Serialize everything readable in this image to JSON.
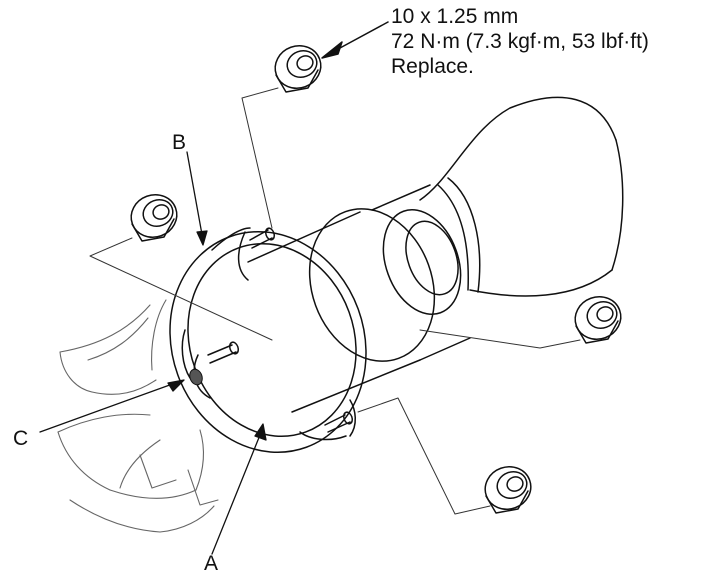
{
  "spec": {
    "line1": "10 x 1.25 mm",
    "line2": "72 N·m (7.3 kgf·m, 53 lbf·ft)",
    "line3": "Replace."
  },
  "callouts": {
    "a": "A",
    "b": "B",
    "c": "C"
  },
  "colors": {
    "line": "#111111",
    "faint": "#777777",
    "marker": "#555555"
  }
}
